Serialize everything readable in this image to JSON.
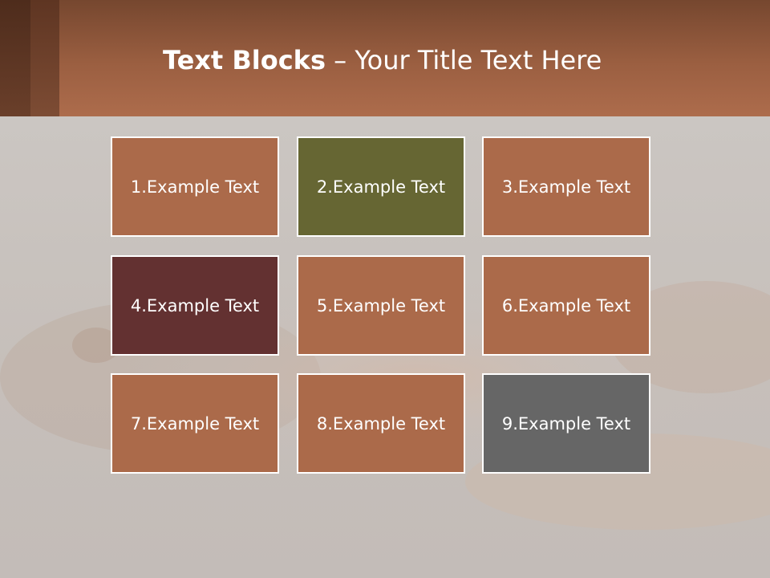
{
  "title": {
    "bold": "Text Blocks",
    "separator": " – ",
    "rest": "Your Title Text Here"
  },
  "blocks": [
    {
      "label": "1.Example Text",
      "color": "#ab6a4a"
    },
    {
      "label": "2.Example Text",
      "color": "#666633"
    },
    {
      "label": "3.Example Text",
      "color": "#ab6a4a"
    },
    {
      "label": "4.Example Text",
      "color": "#633131"
    },
    {
      "label": "5.Example Text",
      "color": "#ab6a4a"
    },
    {
      "label": "6.Example Text",
      "color": "#ab6a4a"
    },
    {
      "label": "7.Example Text",
      "color": "#ab6a4a"
    },
    {
      "label": "8.Example Text",
      "color": "#ab6a4a"
    },
    {
      "label": "9.Example Text",
      "color": "#666666"
    }
  ],
  "colors": {
    "header": "#a8694a",
    "background": "#c9c4c0"
  }
}
